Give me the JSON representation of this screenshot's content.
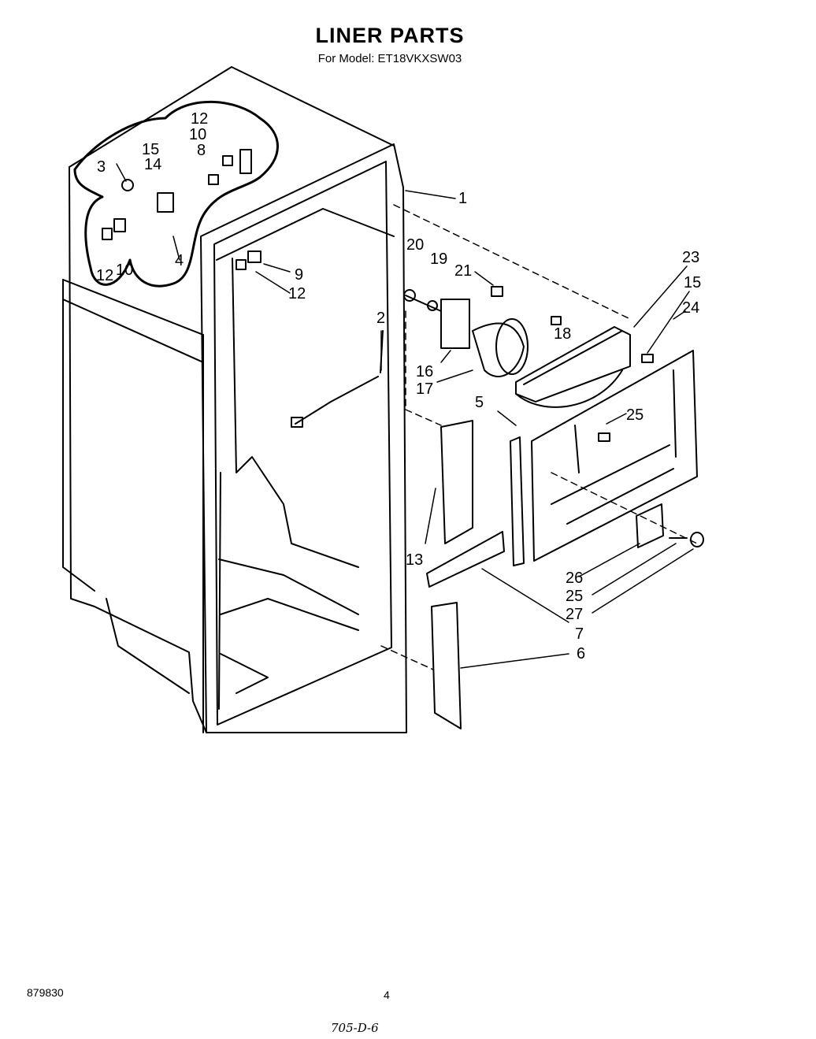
{
  "header": {
    "title": "LINER PARTS",
    "subtitle": "For Model: ET18VKXSW03"
  },
  "callouts": [
    "1",
    "2",
    "3",
    "4",
    "5",
    "6",
    "7",
    "8",
    "9",
    "10",
    "10",
    "12",
    "12",
    "12",
    "13",
    "14",
    "15",
    "15",
    "16",
    "17",
    "18",
    "19",
    "20",
    "21",
    "23",
    "24",
    "25",
    "25",
    "26",
    "27"
  ],
  "footer": {
    "code": "879830",
    "page": "4",
    "stamp": "705-D-6"
  }
}
